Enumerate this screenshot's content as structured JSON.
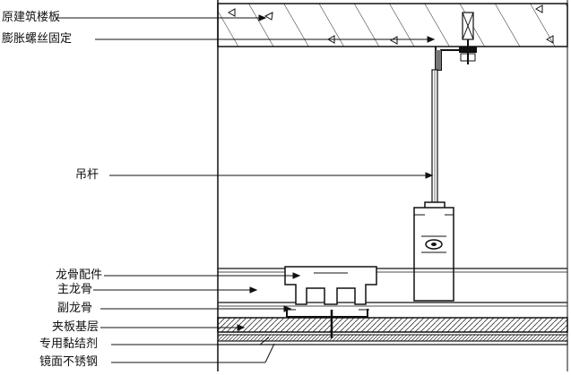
{
  "labels": [
    "原建筑楼板",
    "膨胀螺丝固定",
    "吊杆",
    "龙骨配件",
    "主龙骨",
    "副龙骨",
    "夹板基层",
    "专用黏结剂",
    "镜面不锈钢"
  ],
  "colors": {
    "line": "#111111",
    "hatch": "#222222",
    "background": "#ffffff"
  }
}
